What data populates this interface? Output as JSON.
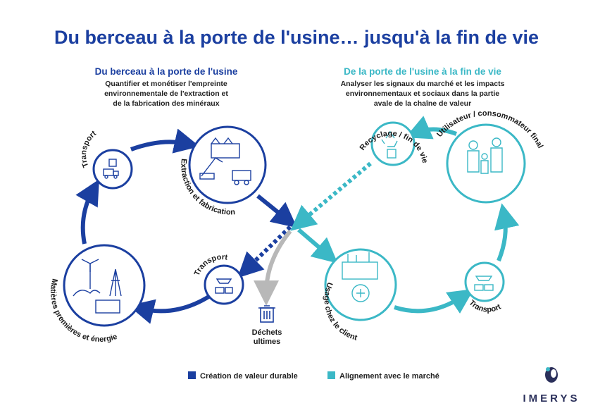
{
  "title": "Du berceau à la porte de l'usine… jusqu'à la fin de vie",
  "left_section": {
    "heading": "Du berceau à la porte de l'usine",
    "description": [
      "Quantifier et monétiser l'empreinte",
      "environnementale de l'extraction et",
      "de la fabrication des minéraux"
    ]
  },
  "right_section": {
    "heading": "De la porte de l'usine à la fin de vie",
    "description": [
      "Analyser les signaux du marché et les impacts",
      "environnementaux et sociaux dans la partie",
      "avale de la chaîne de valeur"
    ]
  },
  "nodes": {
    "transport_top_left": "Transport",
    "extraction": "Extraction et fabrication",
    "raw_materials": "Matières premières et énergie",
    "transport_mid_left": "Transport",
    "final_waste": [
      "Déchets",
      "ultimes"
    ],
    "recycling": "Recyclage / fin de vie",
    "end_user": "Utilisateur / consommateur final",
    "client_usage": "Usage chez le client",
    "transport_right": "Transport"
  },
  "legend": [
    {
      "label": "Création de valeur durable",
      "color": "#1b3fa0"
    },
    {
      "label": "Alignement avec le marché",
      "color": "#3bb8c6"
    }
  ],
  "logo": {
    "text": "IMERYS"
  },
  "colors": {
    "dark_blue": "#1b3fa0",
    "teal": "#3bb8c6",
    "gray": "#b8b8b8"
  }
}
